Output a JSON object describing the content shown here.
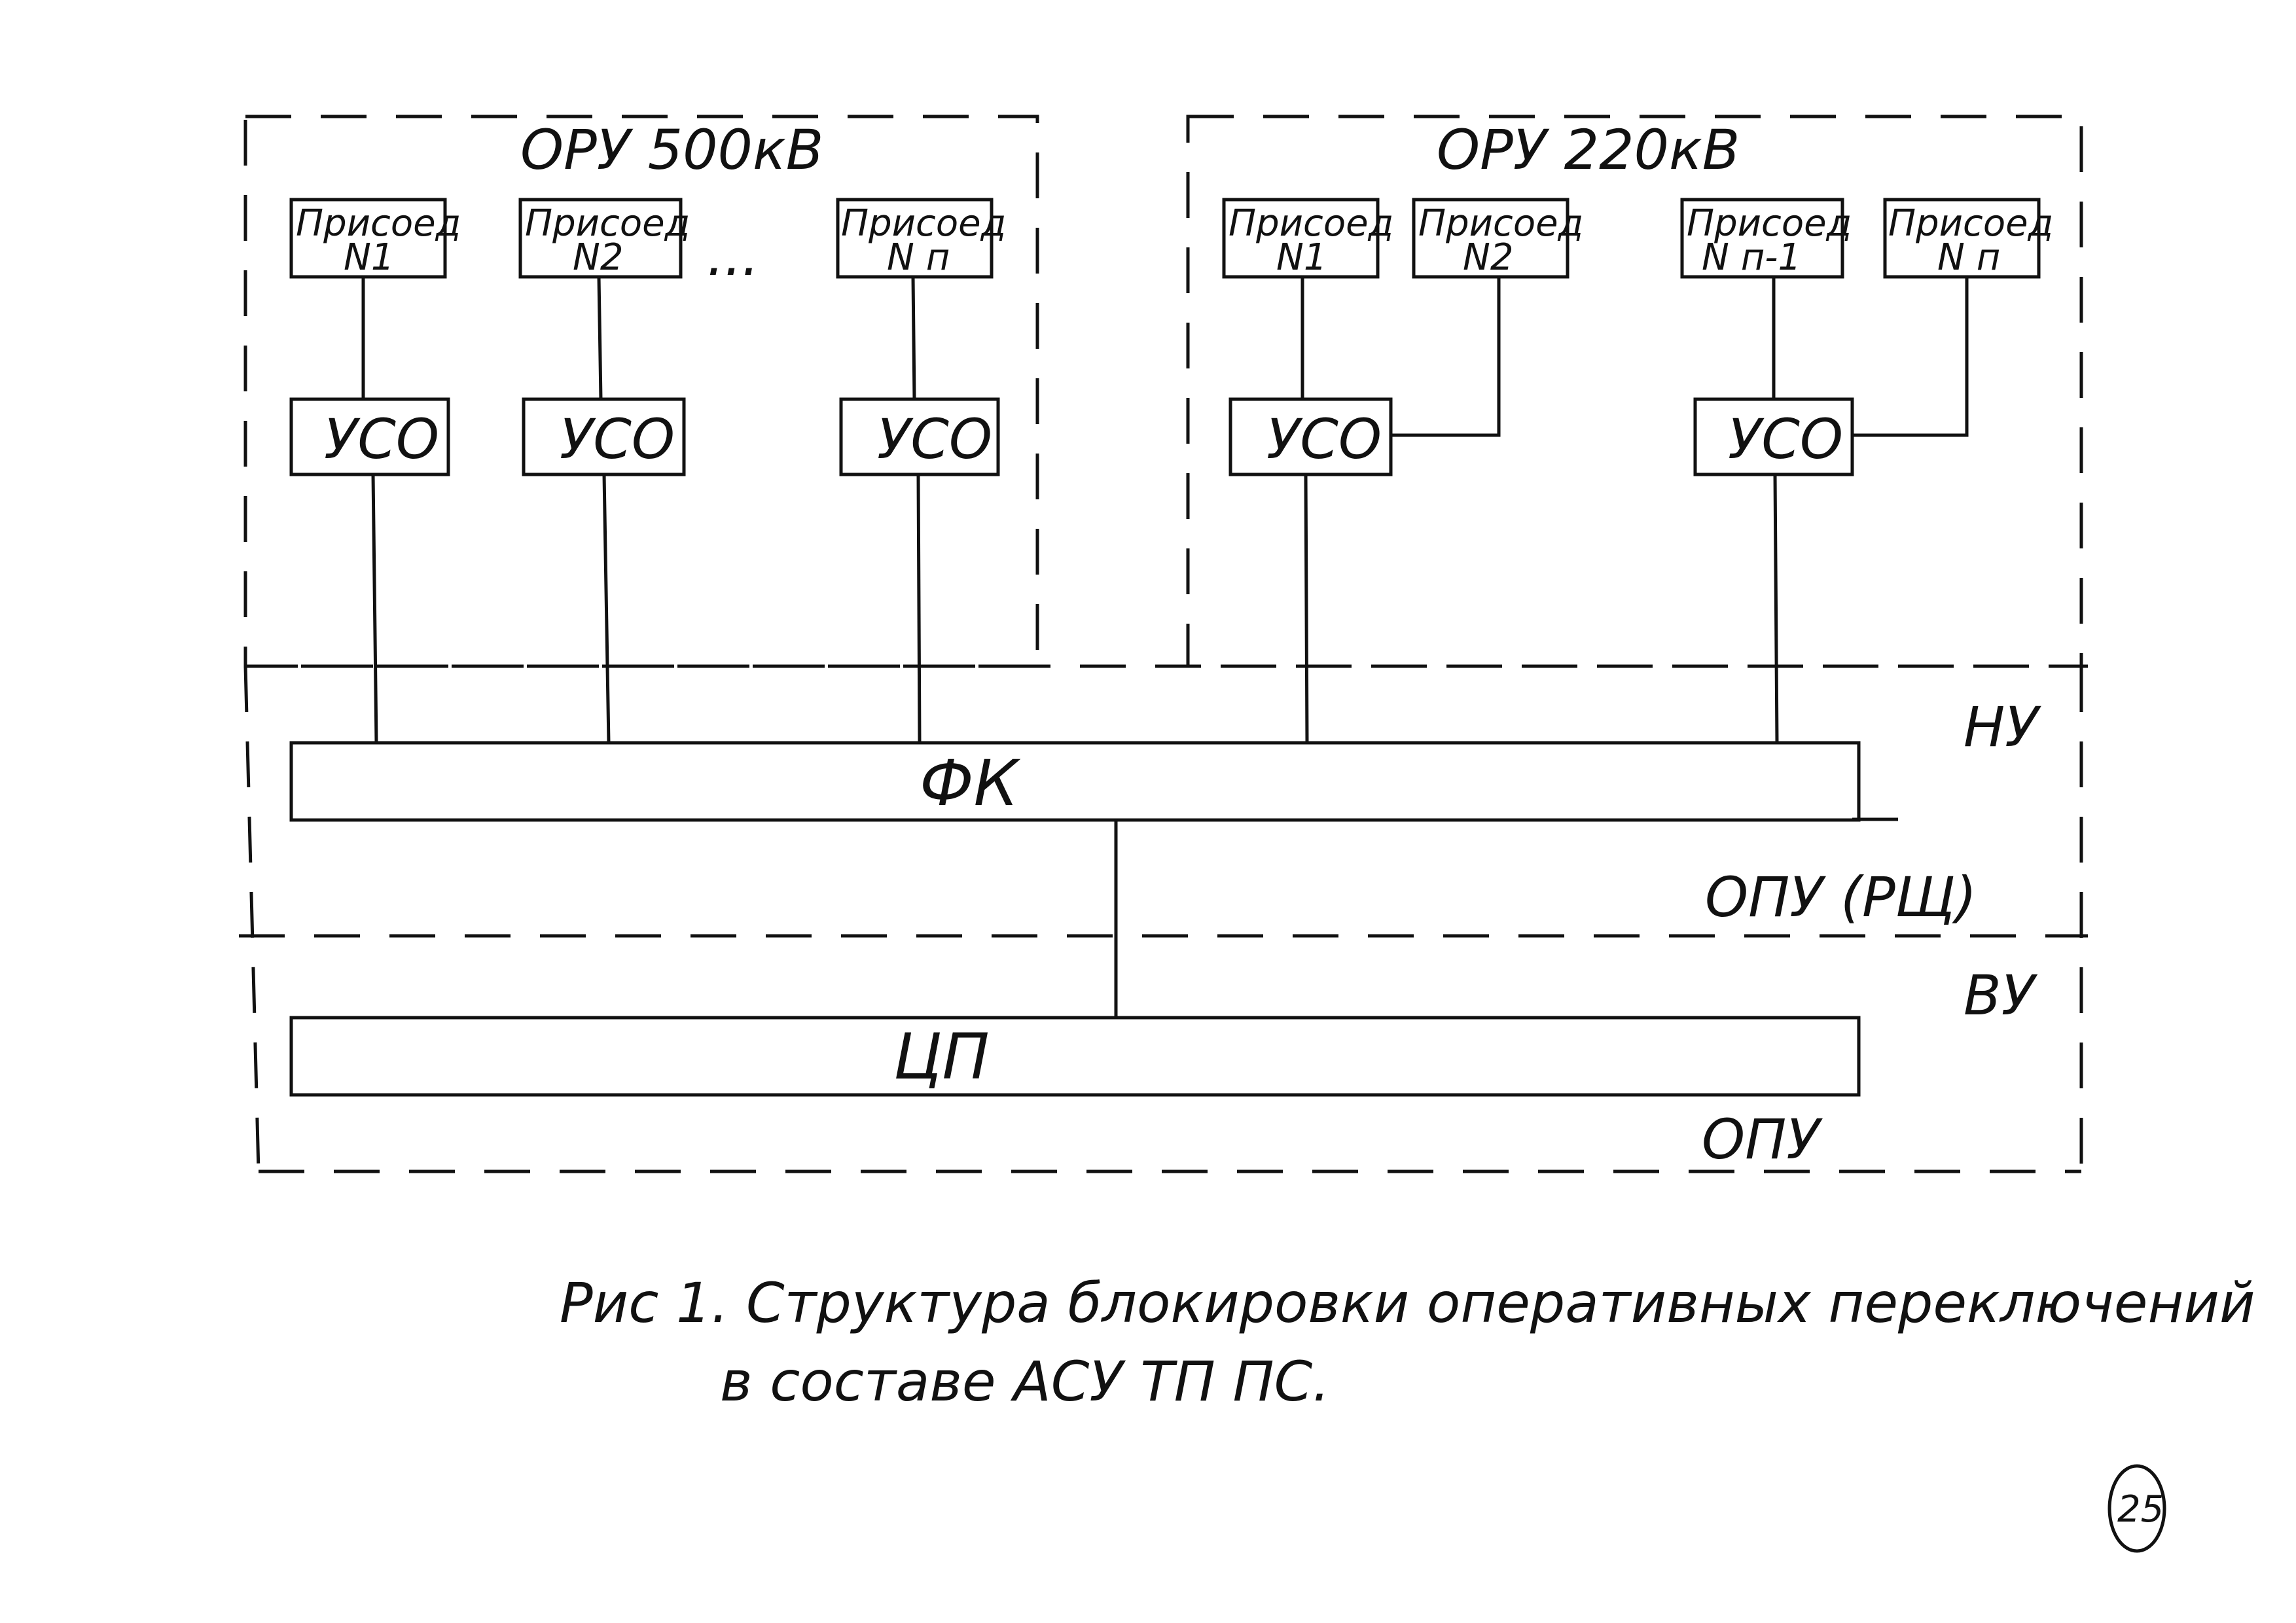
{
  "regions": {
    "oru500": "ОРУ 500кВ",
    "oru220": "ОРУ 220кВ"
  },
  "feeders500": [
    {
      "line1": "Присоед",
      "line2": "N1"
    },
    {
      "line1": "Присоед",
      "line2": "N2"
    },
    {
      "line1": "Присоед",
      "line2": "N п"
    }
  ],
  "ellipsis": "...",
  "feeders220": [
    {
      "line1": "Присоед",
      "line2": "N1"
    },
    {
      "line1": "Присоед",
      "line2": "N2"
    },
    {
      "line1": "Присоед",
      "line2": "N п-1"
    },
    {
      "line1": "Присоед",
      "line2": "N п"
    }
  ],
  "uso": "УСО",
  "fk": "ФК",
  "cp": "ЦП",
  "levels": {
    "nu": "НУ",
    "opu_rsh": "ОПУ (РЩ)",
    "vu": "ВУ",
    "opu": "ОПУ"
  },
  "caption": {
    "line1": "Рис 1. Структура блокировки оперативных переключений",
    "line2": "в составе  АСУ ТП ПС."
  },
  "page_number": "25"
}
